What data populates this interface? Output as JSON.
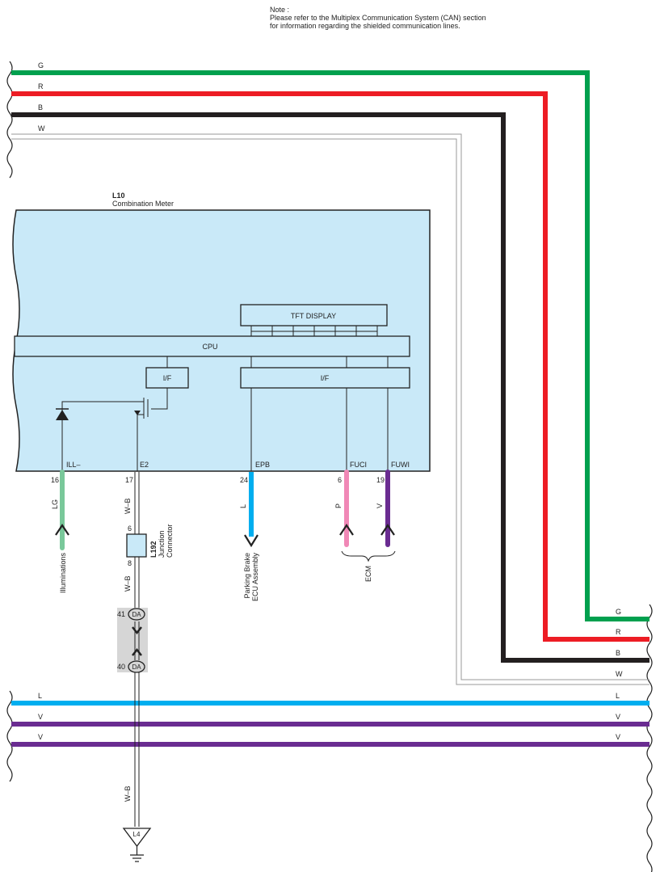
{
  "note": {
    "title": "Note :",
    "line1": "Please refer to the Multiplex Communication System (CAN) section",
    "line2": "for information regarding the shielded communication lines."
  },
  "colors": {
    "green": "#00a04e",
    "red": "#ed1c24",
    "black": "#231f20",
    "white_wire": "#9a9a9a",
    "blue": "#00aeef",
    "violet": "#6a2c91",
    "light_green": "#79c89a",
    "pink": "#f088b6",
    "meter_fill": "#c9e9f8",
    "shield_gray": "#d6d6d6"
  },
  "bus_top": {
    "g": "G",
    "r": "R",
    "b": "B",
    "w": "W"
  },
  "bus_right": {
    "g": "G",
    "r": "R",
    "b": "B",
    "w": "W"
  },
  "bus_bottom": {
    "l_left": "L",
    "l_right": "L",
    "v1_left": "V",
    "v1_right": "V",
    "v2_left": "V",
    "v2_right": "V"
  },
  "meter": {
    "code": "L10",
    "name": "Combination Meter",
    "display_label": "TFT DISPLAY",
    "cpu_label": "CPU",
    "if_left": "I/F",
    "if_right": "I/F"
  },
  "pins": {
    "ill": {
      "name": "ILL–",
      "num": "16",
      "wire": "LG",
      "dest": "Illuminations"
    },
    "e2": {
      "name": "E2",
      "num": "17",
      "wire": "W–B"
    },
    "epb": {
      "name": "EPB",
      "num": "24",
      "wire": "L",
      "dest_line1": "Parking Brake",
      "dest_line2": "ECU Assembly"
    },
    "fuci": {
      "name": "FUCI",
      "num": "6",
      "wire": "P"
    },
    "fuwi": {
      "name": "FUWI",
      "num": "19",
      "wire": "V"
    },
    "ecm": "ECM"
  },
  "junction": {
    "code": "L192",
    "name_line1": "Junction",
    "name_line2": "Connector",
    "pin_in": "6",
    "pin_out": "8",
    "wire_out": "W–B"
  },
  "da": {
    "label": "DA",
    "pin_top": "41",
    "pin_bottom": "40"
  },
  "ground": {
    "wire": "W–B",
    "code": "L4"
  }
}
